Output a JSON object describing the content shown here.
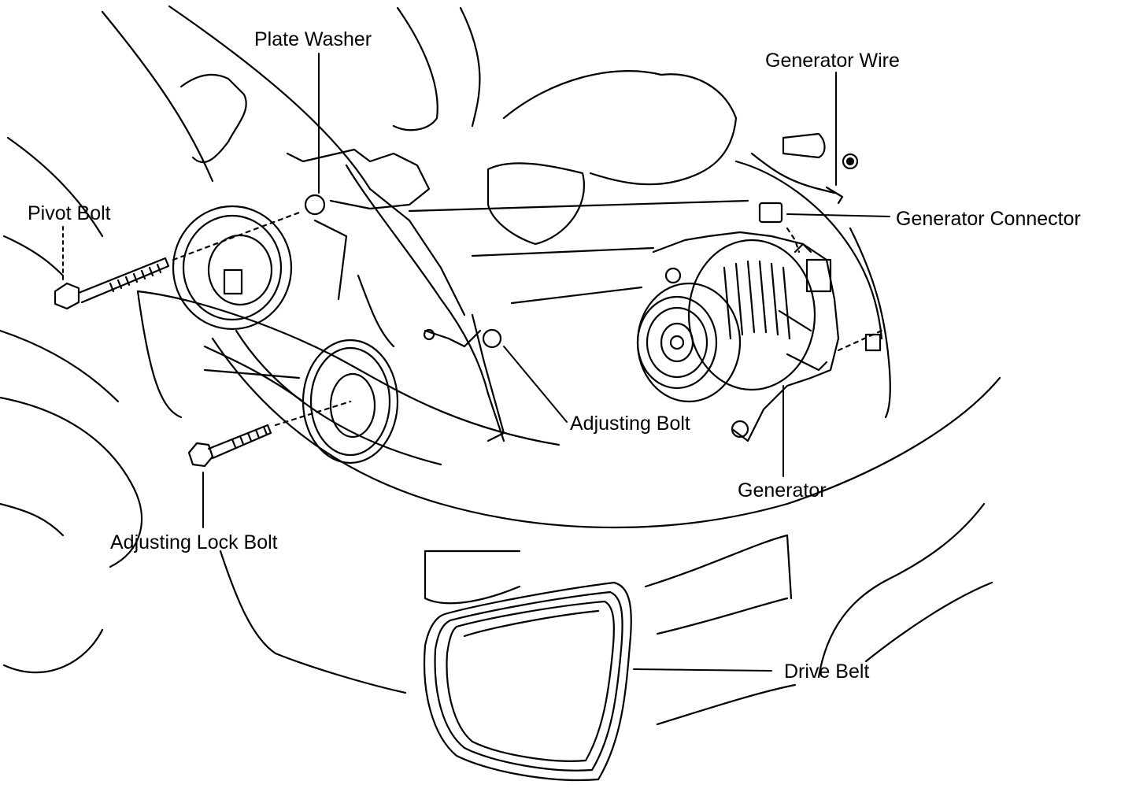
{
  "labels": {
    "plate_washer": "Plate Washer",
    "generator_wire": "Generator Wire",
    "pivot_bolt": "Pivot Bolt",
    "generator_connector": "Generator Connector",
    "adjusting_bolt": "Adjusting Bolt",
    "generator": "Generator",
    "adjusting_lock_bolt": "Adjusting Lock Bolt",
    "drive_belt": "Drive Belt"
  },
  "style": {
    "ink": "#000000",
    "paper": "#ffffff"
  }
}
